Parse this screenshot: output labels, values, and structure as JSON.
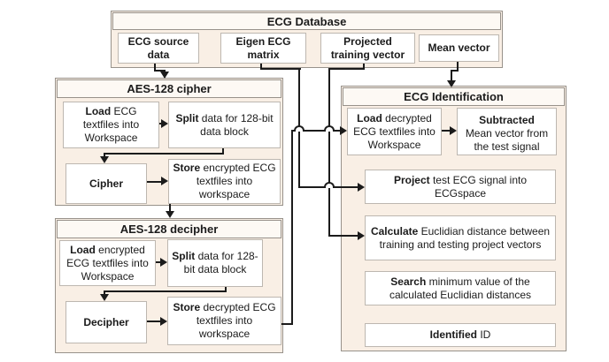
{
  "database": {
    "header": "ECG Database",
    "boxes": [
      "ECG source data",
      "Eigen ECG matrix",
      "Projected training vector",
      "Mean vector"
    ]
  },
  "cipher": {
    "header": "AES-128 cipher",
    "load": {
      "bold": "Load",
      "rest": " ECG textfiles into Workspace"
    },
    "split": {
      "bold": "Split",
      "rest": " data for 128-bit data block"
    },
    "cipher": {
      "bold": "Cipher",
      "rest": ""
    },
    "store": {
      "bold": "Store",
      "rest": " encrypted ECG textfiles into workspace"
    }
  },
  "decipher": {
    "header": "AES-128 decipher",
    "load": {
      "bold": "Load",
      "rest": " encrypted ECG textfiles into Workspace"
    },
    "split": {
      "bold": "Split",
      "rest": " data for 128-bit data block"
    },
    "decipher": {
      "bold": "Decipher",
      "rest": ""
    },
    "store": {
      "bold": "Store",
      "rest": " decrypted ECG textfiles into workspace"
    }
  },
  "identification": {
    "header": "ECG Identification",
    "load": {
      "bold": "Load",
      "rest": " decrypted ECG textfiles into Workspace"
    },
    "subtract": {
      "bold": "Subtracted",
      "rest": "Mean vector from the test signal"
    },
    "project": {
      "bold": "Project",
      "rest": " test ECG signal into ECGspace"
    },
    "calculate": {
      "bold": "Calculate",
      "rest": " Euclidian distance between training and testing project vectors"
    },
    "search": {
      "bold": "Search",
      "rest": " minimum value of the calculated Euclidian distances"
    },
    "identified": {
      "bold": "Identified",
      "rest": " ID"
    }
  },
  "colors": {
    "page_bg": "#ffffff",
    "section_bg": "#f9efe5",
    "header_bg": "#fdf9f4",
    "box_bg": "#ffffff",
    "section_border": "#98928b",
    "box_border": "#bdb7b0",
    "line": "#1b1b1b",
    "text": "#1b1b1b"
  }
}
